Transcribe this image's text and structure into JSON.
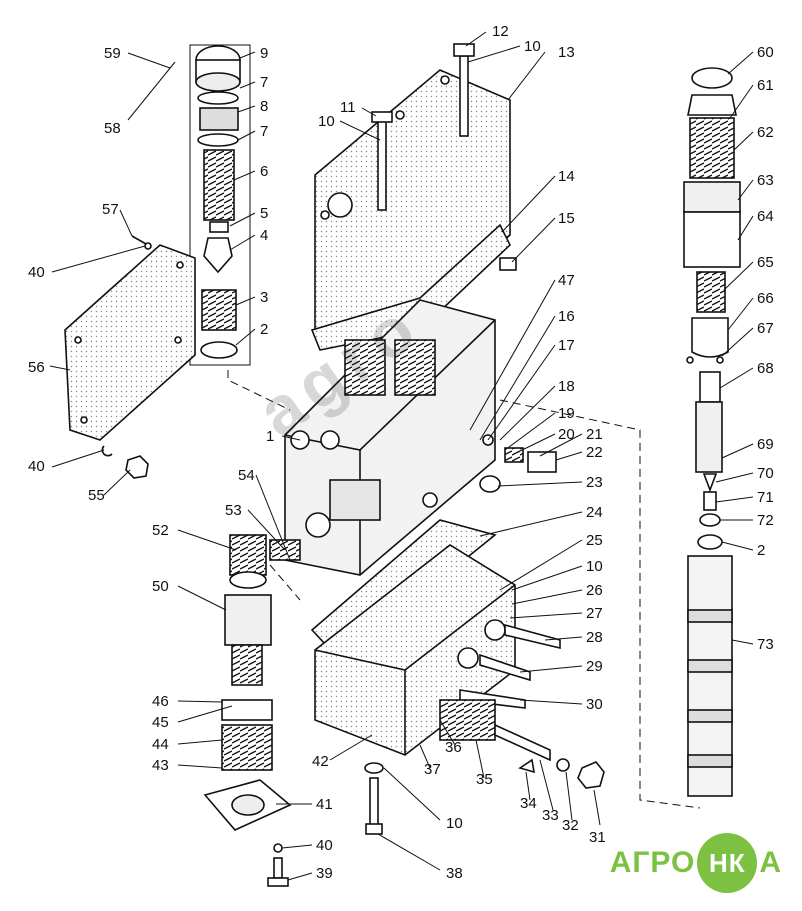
{
  "colors": {
    "ink": "#111111",
    "paper": "#ffffff",
    "hatch": "#d9d9d9",
    "logo_green": "#7cc142"
  },
  "watermark": "agro",
  "logo": {
    "prefix": "АГРО",
    "badge": "НК",
    "suffix": "А"
  },
  "callouts": [
    "59",
    "58",
    "9",
    "7",
    "8",
    "7",
    "6",
    "5",
    "4",
    "3",
    "2",
    "57",
    "40",
    "56",
    "40",
    "55",
    "12",
    "10",
    "13",
    "11",
    "10",
    "14",
    "15",
    "47",
    "16",
    "17",
    "18",
    "19",
    "20",
    "21",
    "22",
    "23",
    "1",
    "54",
    "53",
    "52",
    "50",
    "46",
    "45",
    "44",
    "43",
    "41",
    "40",
    "39",
    "24",
    "25",
    "10",
    "26",
    "27",
    "28",
    "29",
    "30",
    "36",
    "37",
    "42",
    "35",
    "34",
    "33",
    "32",
    "31",
    "10",
    "38",
    "60",
    "61",
    "62",
    "63",
    "64",
    "65",
    "66",
    "67",
    "68",
    "69",
    "70",
    "71",
    "72",
    "2",
    "73"
  ]
}
